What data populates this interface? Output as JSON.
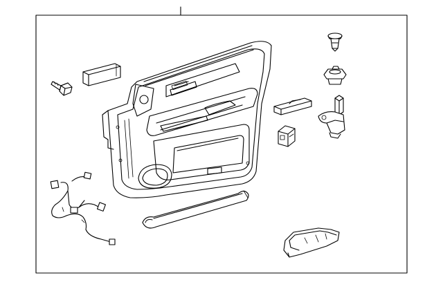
{
  "diagram": {
    "type": "exploded-parts-diagram",
    "parts": [
      "door-trim-panel",
      "push-clip",
      "retainer-clip",
      "armrest-bracket",
      "trim-screw",
      "window-switch",
      "courtesy-lamp",
      "lower-molding",
      "wiring-harness",
      "pocket-insert",
      "handle-bezel-bracket"
    ],
    "colors": {
      "line": "#000000",
      "background": "#ffffff",
      "frame": "#000000"
    }
  }
}
